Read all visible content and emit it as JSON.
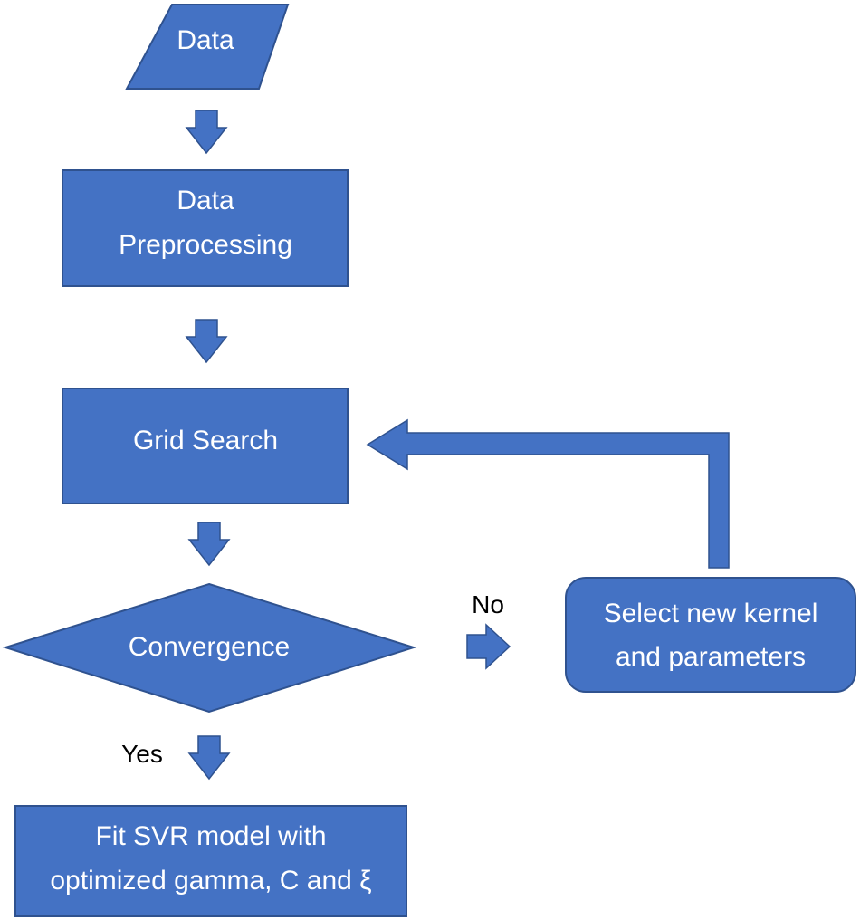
{
  "nodes": {
    "data": {
      "label": "Data"
    },
    "preprocessing": {
      "lines": [
        "Data",
        "Preprocessing"
      ]
    },
    "grid_search": {
      "label": "Grid Search"
    },
    "convergence": {
      "label": "Convergence"
    },
    "select_kernel": {
      "lines": [
        "Select new kernel",
        "and parameters"
      ]
    },
    "fit_model": {
      "lines": [
        "Fit SVR model with",
        "optimized gamma, C and ξ"
      ]
    }
  },
  "edge_labels": {
    "no": "No",
    "yes": "Yes"
  },
  "colors": {
    "node_fill": "#4472C4",
    "node_stroke": "#2F528F",
    "node_text": "#FFFFFF",
    "edge_text": "#000000"
  }
}
